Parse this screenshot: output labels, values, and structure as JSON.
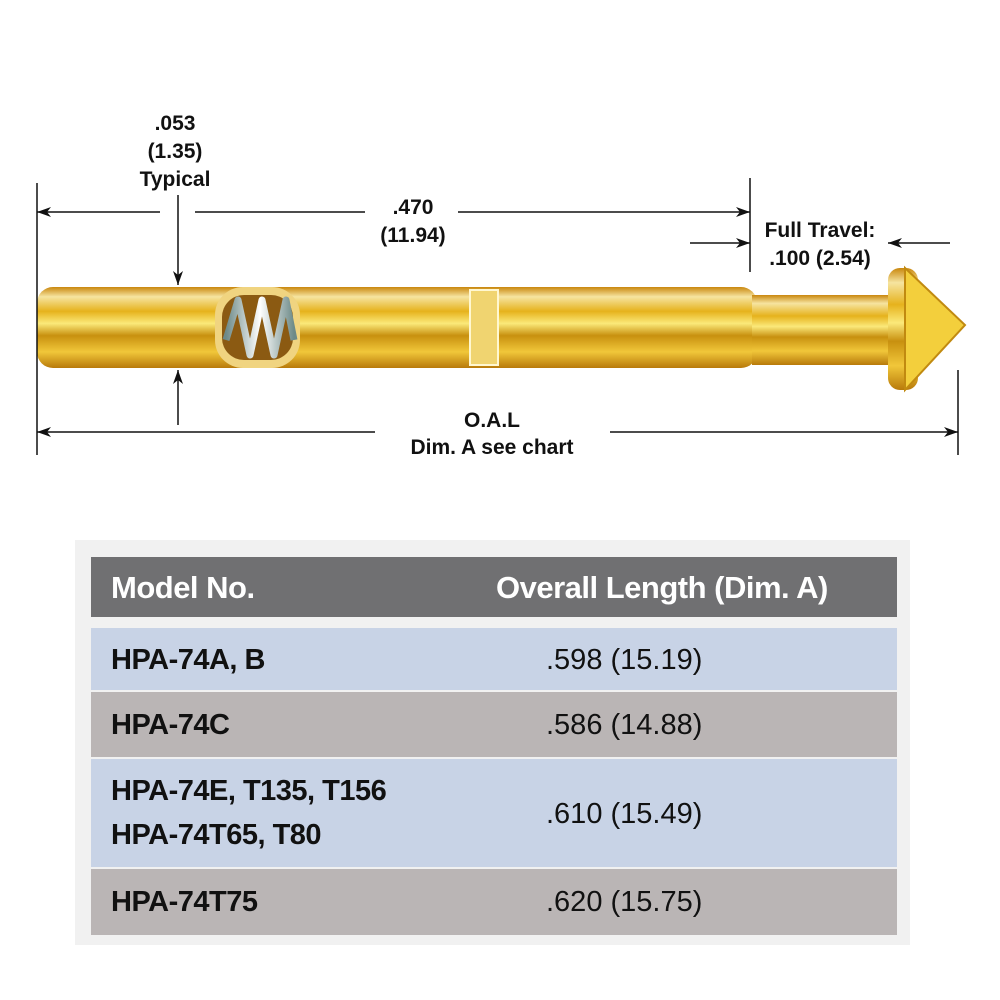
{
  "diagram": {
    "tip_dim": {
      "inch": ".053",
      "mm": "(1.35)",
      "note": "Typical"
    },
    "barrel_dim": {
      "inch": ".470",
      "mm": "(11.94)"
    },
    "travel_dim": {
      "label": "Full Travel:",
      "value": ".100 (2.54)"
    },
    "oal_dim": {
      "label": "O.A.L",
      "note": "Dim. A see chart"
    }
  },
  "table": {
    "headers": [
      "Model No.",
      "Overall Length (Dim. A)"
    ],
    "rows": [
      {
        "models": [
          "HPA-74A, B"
        ],
        "length": ".598 (15.19)"
      },
      {
        "models": [
          "HPA-74C"
        ],
        "length": ".586 (14.88)"
      },
      {
        "models": [
          "HPA-74E, T135, T156",
          "HPA-74T65, T80"
        ],
        "length": ".610 (15.49)"
      },
      {
        "models": [
          "HPA-74T75"
        ],
        "length": ".620 (15.75)"
      }
    ],
    "colors": {
      "header": "#707072",
      "row_blue": "#c8d3e6",
      "row_gray": "#bab5b5"
    }
  }
}
